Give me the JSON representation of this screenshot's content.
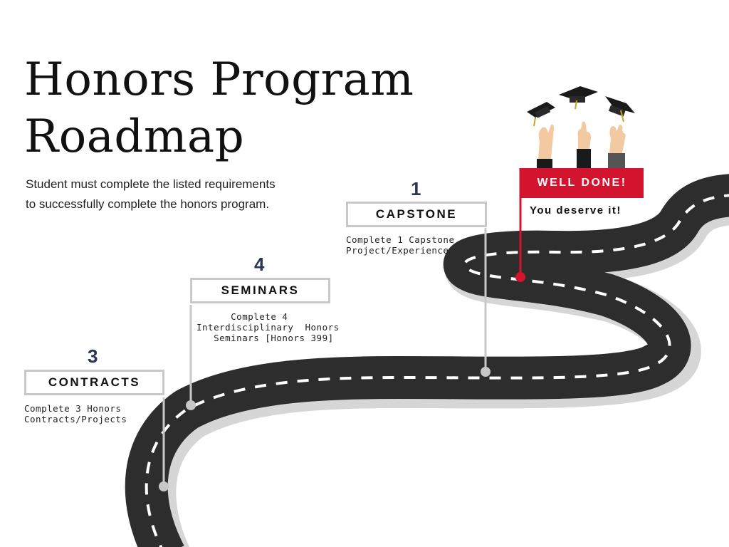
{
  "title": {
    "line1": "Honors Program",
    "line2": "Roadmap"
  },
  "subtitle": {
    "line1": "Student must complete the listed requirements",
    "line2": "to successfully complete the honors program."
  },
  "milestones": [
    {
      "number": "3",
      "label": "CONTRACTS",
      "description": "Complete 3 Honors\nContracts/Projects"
    },
    {
      "number": "4",
      "label": "SEMINARS",
      "description": "      Complete 4 \nInterdisciplinary  Honors\n   Seminars [Honors 399]"
    },
    {
      "number": "1",
      "label": "CAPSTONE",
      "description": "Complete 1 Capstone\nProject/Experience"
    }
  ],
  "finish": {
    "flag_label": "WELL DONE!",
    "message": "You deserve it!"
  },
  "icons": [
    "graduation-cap-icon",
    "raised-hand-icon"
  ],
  "colors": {
    "road": "#2d2d2d",
    "road_shadow": "#dcdcdc",
    "accent": "#d2142e",
    "number": "#2c3552",
    "pin": "#c8c8c8"
  }
}
